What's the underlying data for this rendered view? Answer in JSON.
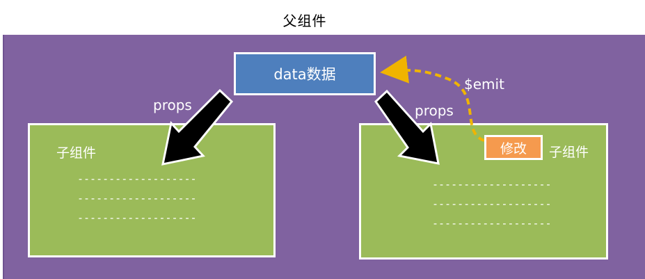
{
  "title": "父组件",
  "data_box": "data数据",
  "props_left": "props",
  "props_right": "props",
  "emit": "$emit",
  "child_left": {
    "label": "子组件",
    "lines": [
      "-------------------",
      "-------------------",
      "-------------------"
    ]
  },
  "child_right": {
    "label": "子组件",
    "lines": [
      "-------------------",
      "-------------------",
      "-------------------"
    ]
  },
  "edit_button": "修改",
  "colors": {
    "parent_bg": "#8062a0",
    "data_box": "#4e7fbd",
    "child_bg": "#9bbb59",
    "edit_button": "#f59a4e",
    "emit_arrow": "#f0b400"
  }
}
